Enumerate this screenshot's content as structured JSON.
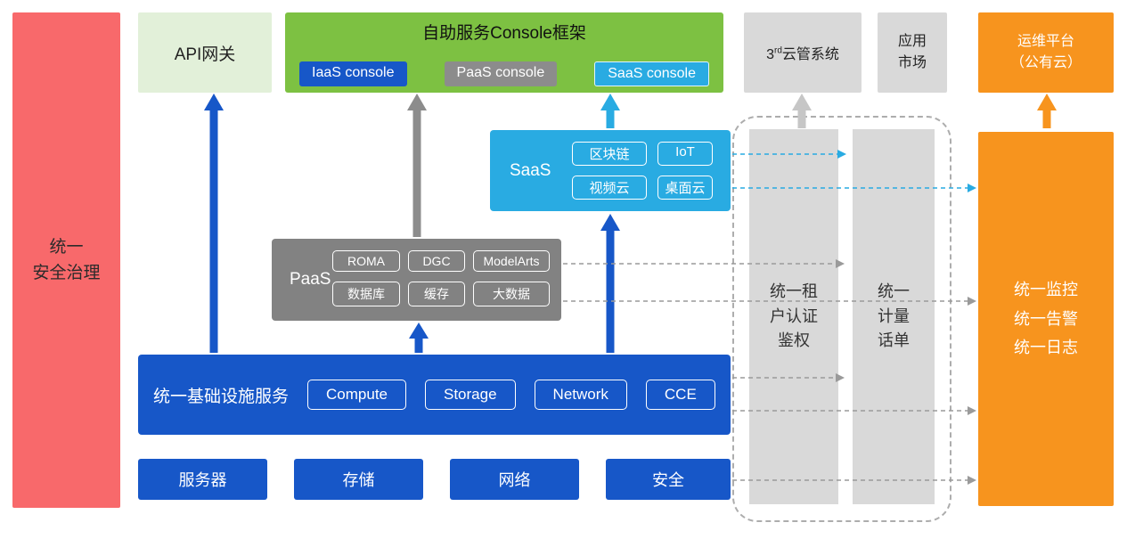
{
  "colors": {
    "blue": "#1757C8",
    "green": "#7DC142",
    "light_green": "#E2F0D9",
    "cyan": "#29ABE2",
    "gray": "#8C8C8C",
    "light_gray": "#D9D9D9",
    "orange": "#F7941E",
    "red": "#F8696B"
  },
  "left_bar": {
    "label": "统一\n安全治理"
  },
  "top": {
    "api_gateway": "API网关",
    "console": {
      "title": "自助服务Console框架",
      "items": [
        "IaaS console",
        "PaaS console",
        "SaaS console"
      ]
    },
    "third_party": {
      "num": "3",
      "sup": "rd",
      "rest": "云管系统"
    },
    "app_market": "应用\n市场",
    "om_platform": "运维平台\n（公有云）"
  },
  "saas": {
    "label": "SaaS",
    "chips": [
      "区块链",
      "IoT",
      "视频云",
      "桌面云"
    ]
  },
  "paas": {
    "label": "PaaS",
    "chips": [
      "ROMA",
      "DGC",
      "ModelArts",
      "数据库",
      "缓存",
      "大数据"
    ]
  },
  "iaas": {
    "label": "统一基础设施服务",
    "chips": [
      "Compute",
      "Storage",
      "Network",
      "CCE"
    ]
  },
  "bottom": {
    "items": [
      "服务器",
      "存储",
      "网络",
      "安全"
    ]
  },
  "right": {
    "auth": "统一租\n户认证\n鉴权",
    "metering": "统一\n计量\n话单",
    "monitoring": "统一监控\n统一告警\n统一日志"
  }
}
